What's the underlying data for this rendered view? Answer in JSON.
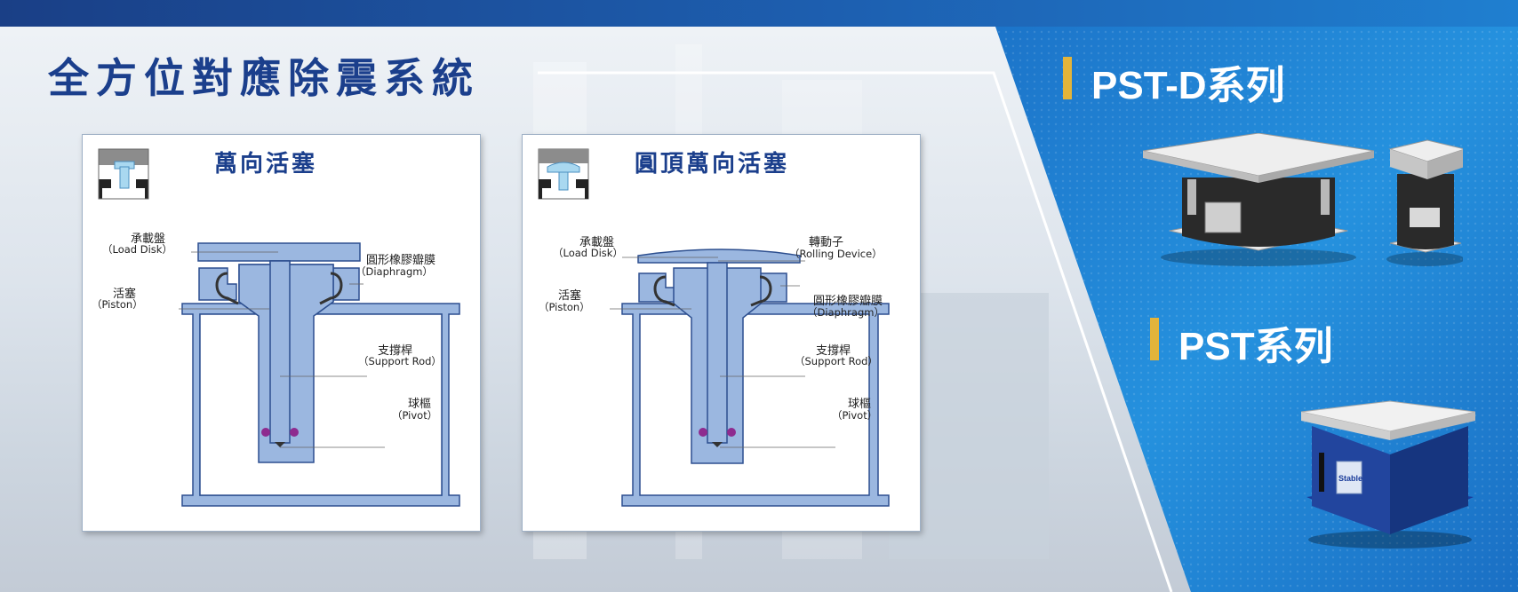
{
  "page": {
    "title": "全方位對應除震系統"
  },
  "cards": [
    {
      "title": "萬向活塞",
      "labels": {
        "load_disk": "承載盤",
        "load_disk_en": "（Load Disk）",
        "piston": "活塞",
        "piston_en": "（Piston）",
        "diaphragm": "圓形橡膠瓣膜",
        "diaphragm_en": "（Diaphragm）",
        "support_rod": "支撐桿",
        "support_rod_en": "（Support Rod）",
        "pivot": "球樞",
        "pivot_en": "（Pivot）"
      }
    },
    {
      "title": "圓頂萬向活塞",
      "labels": {
        "load_disk": "承載盤",
        "load_disk_en": "（Load Disk）",
        "piston": "活塞",
        "piston_en": "（Piston）",
        "rolling": "轉動子",
        "rolling_en": "（Rolling Device）",
        "diaphragm": "圓形橡膠瓣膜",
        "diaphragm_en": "（Diaphragm）",
        "support_rod": "支撐桿",
        "support_rod_en": "（Support Rod）",
        "pivot": "球樞",
        "pivot_en": "（Pivot）"
      }
    }
  ],
  "series": [
    {
      "name": "PST-D系列"
    },
    {
      "name": "PST系列"
    }
  ],
  "product_badge": "Stable",
  "colors": {
    "title_blue": "#1b3f8c",
    "part_blue": "#9bb7e0",
    "part_stroke": "#2d4f8f",
    "accent_gold": "#e3b43a",
    "panel_blue": "#1f86d6",
    "rubber": "#333333",
    "ball": "#8e2b8f"
  }
}
